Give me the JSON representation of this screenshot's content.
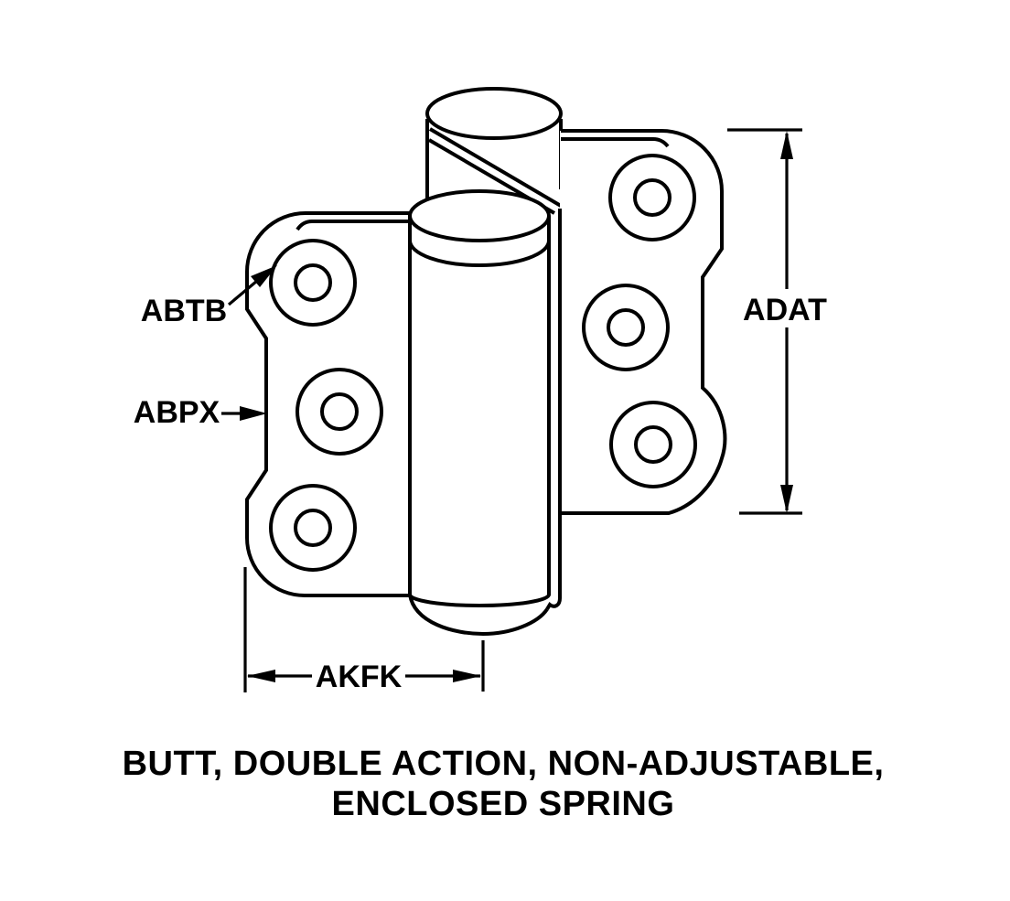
{
  "diagram": {
    "labels": {
      "top_hole": "ABTB",
      "leaf_edge": "ABPX",
      "height_dim": "ADAT",
      "width_dim": "AKFK"
    },
    "caption": {
      "line1": "BUTT, DOUBLE ACTION, NON-ADJUSTABLE,",
      "line2": "ENCLOSED SPRING"
    },
    "colors": {
      "line": "#000000",
      "background": "#ffffff"
    }
  }
}
